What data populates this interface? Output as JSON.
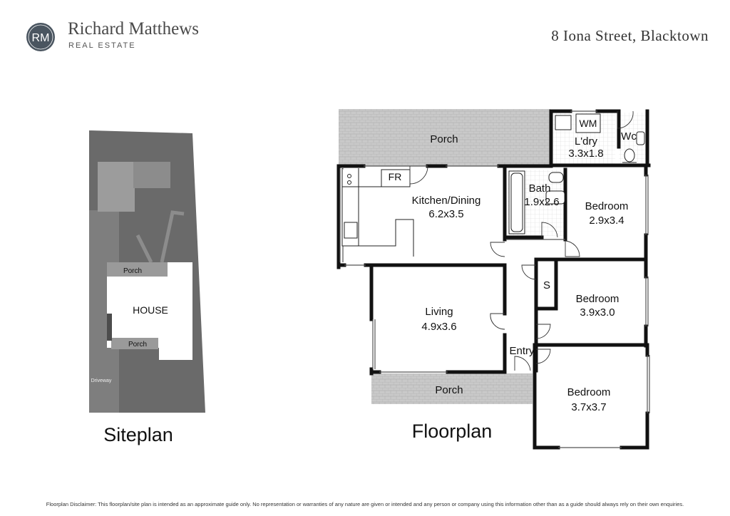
{
  "brand": {
    "monogram": "RM",
    "name": "Richard Matthews",
    "subtitle": "REAL ESTATE"
  },
  "address": "8 Iona Street, Blacktown",
  "siteplan": {
    "title": "Siteplan",
    "house_label": "HOUSE",
    "porch_top": "Porch",
    "porch_bottom": "Porch",
    "driveway": "Driveway"
  },
  "floorplan": {
    "title": "Floorplan",
    "rooms": {
      "porch_top": {
        "name": "Porch"
      },
      "wm": {
        "name": "WM"
      },
      "laundry": {
        "name": "L'dry",
        "size": "3.3x1.8"
      },
      "wc": {
        "name": "Wc"
      },
      "fridge": {
        "name": "FR"
      },
      "kitchen": {
        "name": "Kitchen/Dining",
        "size": "6.2x3.5"
      },
      "bath": {
        "name": "Bath",
        "size": "1.9x2.6"
      },
      "bed1": {
        "name": "Bedroom",
        "size": "2.9x3.4"
      },
      "storage": {
        "name": "S"
      },
      "bed2": {
        "name": "Bedroom",
        "size": "3.9x3.0"
      },
      "living": {
        "name": "Living",
        "size": "4.9x3.6"
      },
      "entry": {
        "name": "Entry"
      },
      "porch_front": {
        "name": "Porch"
      },
      "bed3": {
        "name": "Bedroom",
        "size": "3.7x3.7"
      }
    }
  },
  "disclaimer": "Floorplan Disclaimer: This floorplan/site plan is intended as an approximate guide only. No representation or warranties of any nature are given or intended and any person or company using this information other than as a guide should always rely on their own enquiries.",
  "colors": {
    "lot": "#6b6b6b",
    "paving": "#999999",
    "house": "#ffffff",
    "porch": "#c8c8c8",
    "wall": "#111111"
  }
}
